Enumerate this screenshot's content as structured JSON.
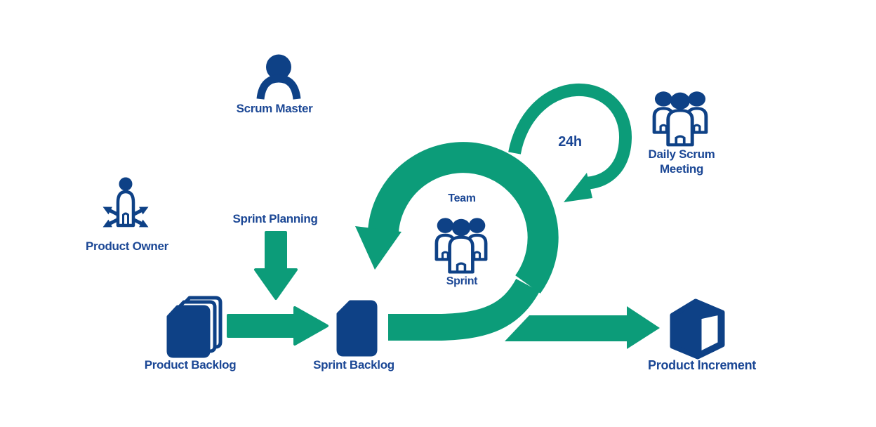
{
  "labels": {
    "scrum_master": "Scrum Master",
    "product_owner": "Product Owner",
    "sprint_planning": "Sprint Planning",
    "product_backlog": "Product Backlog",
    "sprint_backlog": "Sprint Backlog",
    "team": "Team",
    "sprint": "Sprint",
    "h24": "24h",
    "daily_scrum_line1": "Daily Scrum",
    "daily_scrum_line2": "Meeting",
    "product_increment": "Product Increment"
  },
  "colors": {
    "blue": "#0E4186",
    "green": "#0C9C79",
    "text_blue": "#1B4795",
    "background": "#ffffff"
  },
  "icons": {
    "scrum-master-icon": "person-bust-silhouette",
    "product-owner-icon": "person-with-four-outward-arrows",
    "sprint-planning-arrow-icon": "block-arrow-down",
    "product-backlog-icon": "stacked-cards",
    "backlog-to-sprint-arrow-icon": "block-arrow-right",
    "sprint-backlog-icon": "single-card",
    "sprint-loop-arrow-icon": "large-circular-arrow-counterclockwise",
    "team-group-icon": "three-people-group",
    "daily-loop-arrow-icon": "small-circular-arrow-24h",
    "daily-scrum-group-icon": "three-people-group",
    "increment-arrow-icon": "block-arrow-right",
    "product-increment-icon": "cube-3d"
  }
}
